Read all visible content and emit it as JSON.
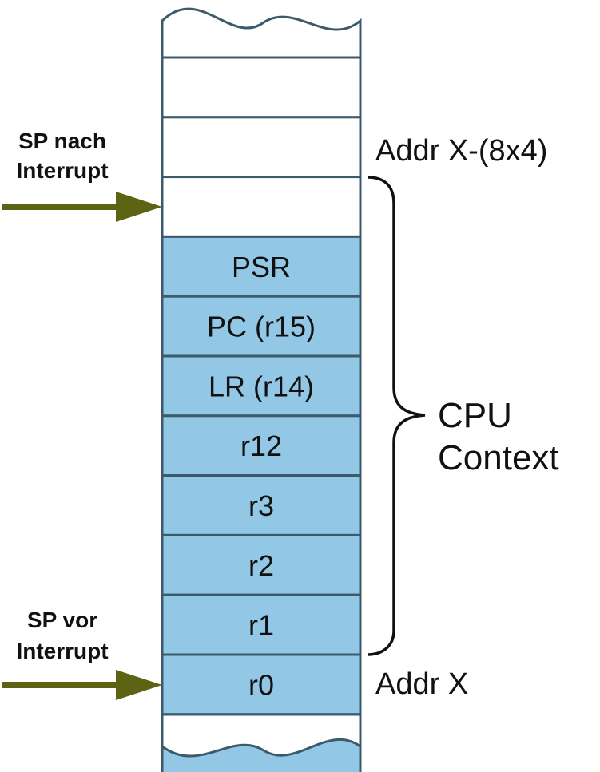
{
  "stack": {
    "empty_slots_above": 3,
    "registers": [
      "PSR",
      "PC (r15)",
      "LR (r14)",
      "r12",
      "r3",
      "r2",
      "r1",
      "r0"
    ],
    "filled_color": "#92c8e6",
    "empty_color": "#ffffff",
    "border_color": "#3d5a6b"
  },
  "labels": {
    "sp_after_line1": "SP nach",
    "sp_after_line2": "Interrupt",
    "sp_before_line1": "SP vor",
    "sp_before_line2": "Interrupt",
    "addr_top": "Addr X-(8x4)",
    "addr_bottom": "Addr X",
    "context_line1": "CPU",
    "context_line2": "Context"
  },
  "colors": {
    "arrow": "#5c6413",
    "brace": "#111111"
  }
}
